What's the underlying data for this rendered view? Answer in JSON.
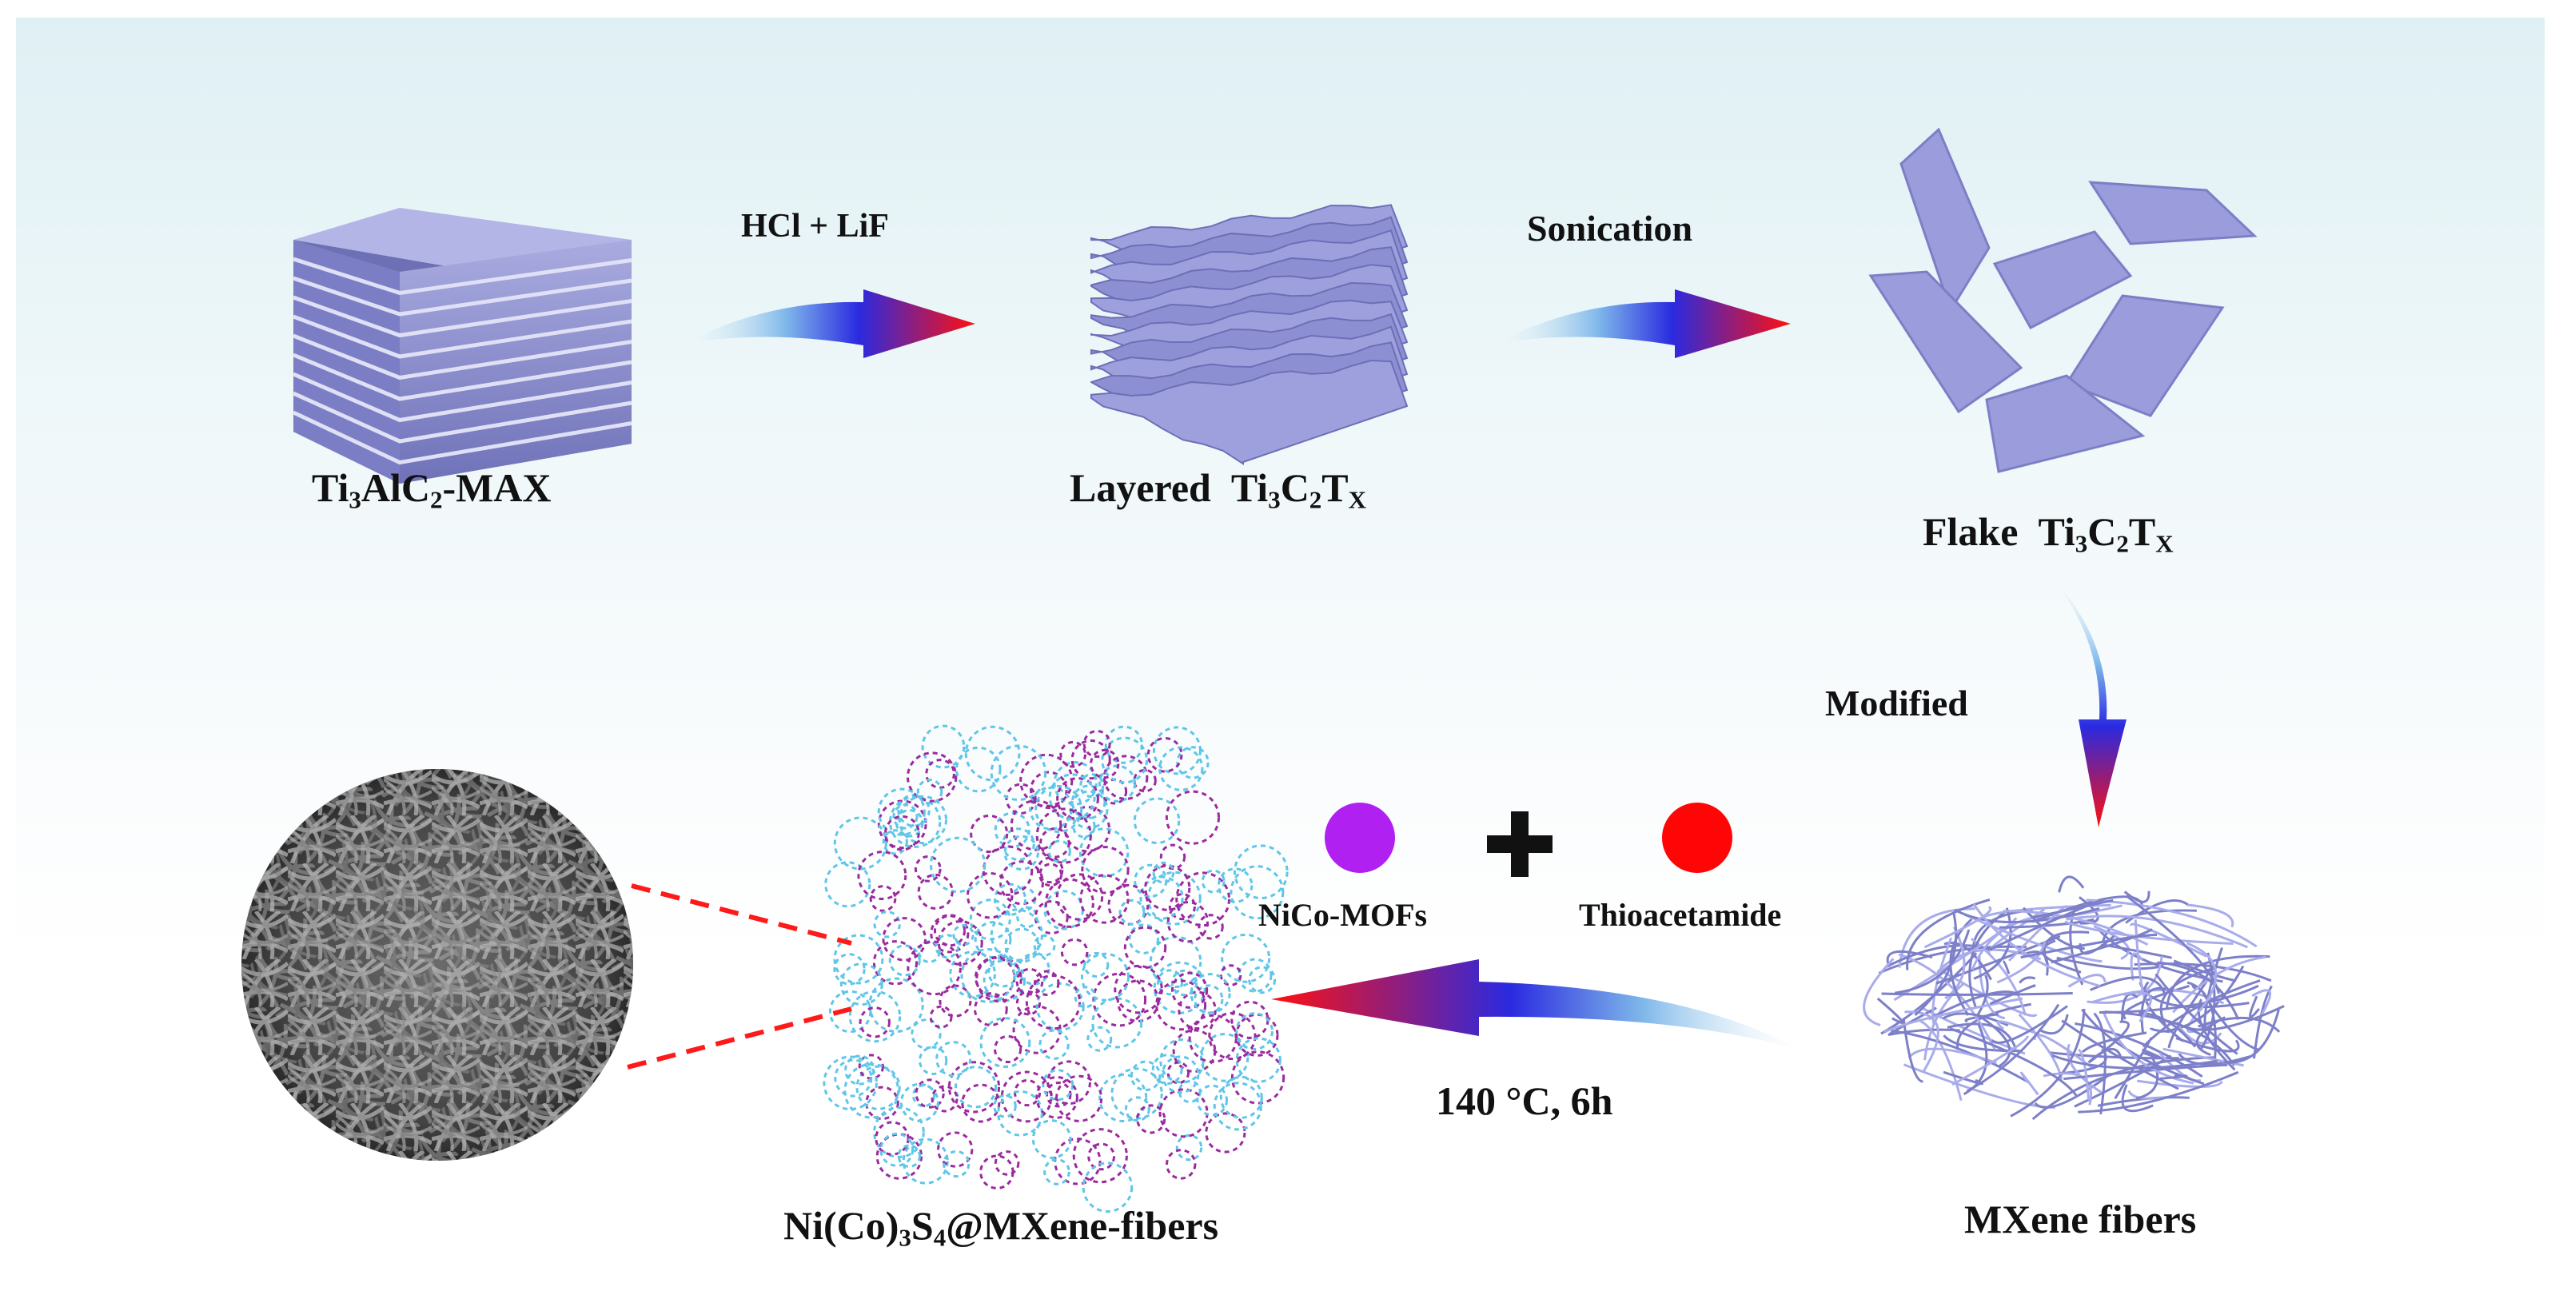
{
  "diagram": {
    "steps": {
      "max": {
        "name": "Ti",
        "sub1": "3",
        "mid": "AlC",
        "sub2": "2",
        "tail": "-MAX"
      },
      "layered": {
        "prefix": "Layered",
        "name": "Ti",
        "sub1": "3",
        "mid": "C",
        "sub2": "2",
        "t": "T",
        "sub3": "X"
      },
      "flake": {
        "prefix": "Flake",
        "name": "Ti",
        "sub1": "3",
        "mid": "C",
        "sub2": "2",
        "t": "T",
        "sub3": "X"
      },
      "fibers": {
        "label": "MXene fibers"
      },
      "product": {
        "p1": "Ni(Co)",
        "sub1": "3",
        "p2": "S",
        "sub2": "4",
        "p3": "@MXene-fibers"
      }
    },
    "arrows": {
      "etch": "HCl + LiF",
      "sonication": "Sonication",
      "modified": "Modified",
      "hydrothermal": "140 °C, 6h"
    },
    "reagents": {
      "mof": {
        "label": "NiCo-MOFs",
        "color": "#b020f0"
      },
      "taa": {
        "label": "Thioacetamide",
        "color": "#ff0000"
      },
      "plus": "+"
    },
    "colors": {
      "sheet": "#8f92cf",
      "arrow_start": "#2a2ae0",
      "arrow_end": "#ff1010",
      "zoom_line": "#ff1a1a"
    }
  }
}
